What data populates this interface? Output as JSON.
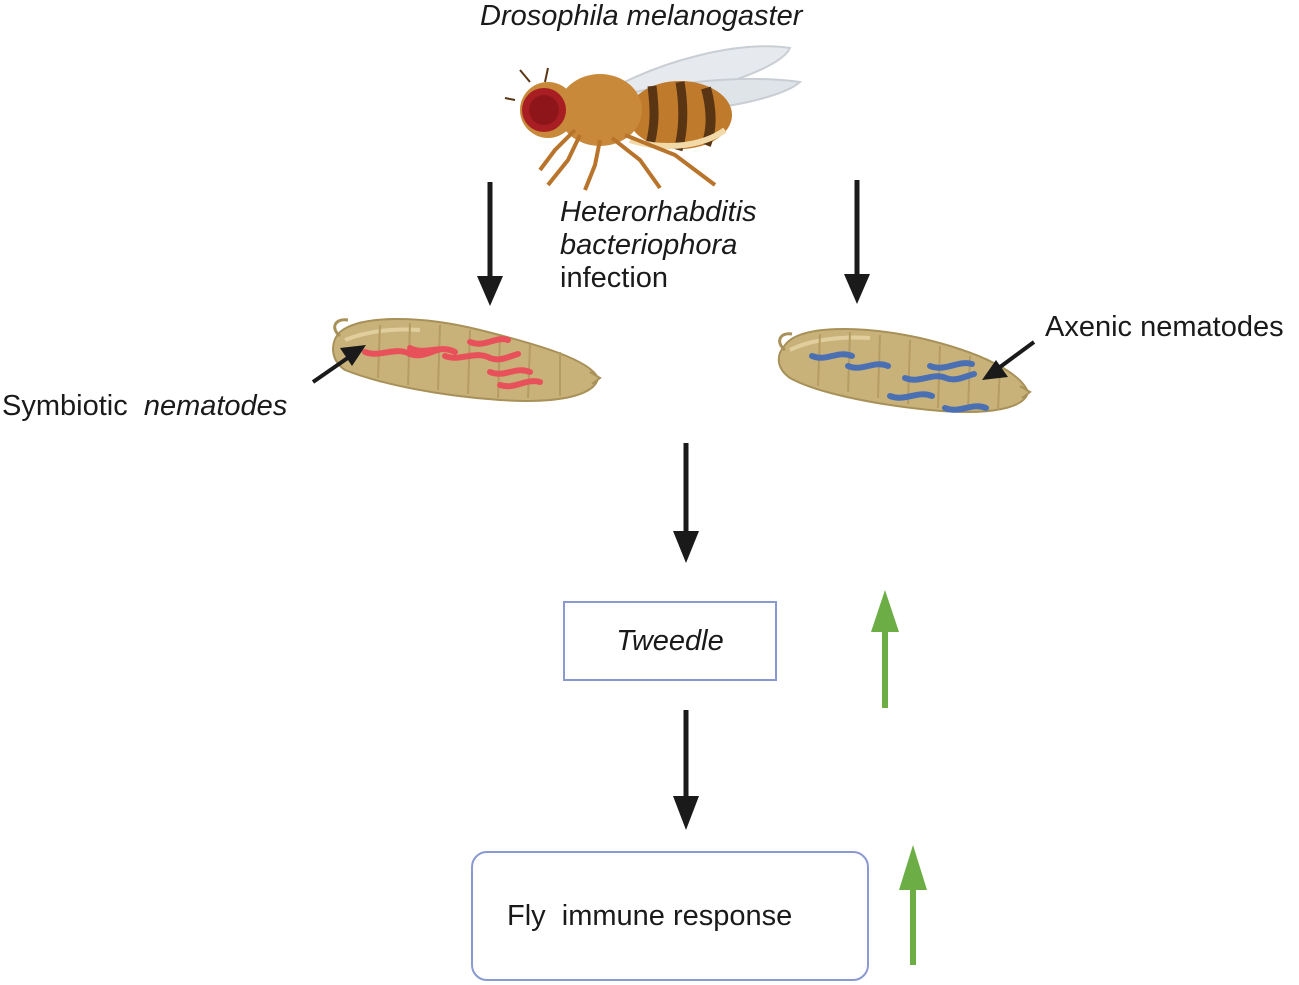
{
  "title_species": "Drosophila melanogaster",
  "infection": {
    "line1": "Heterorhabditis",
    "line2": "bacteriophora",
    "line3": "infection"
  },
  "left_label": {
    "prefix": "Symbiotic",
    "emphasis": "nematodes"
  },
  "right_label": "Axenic nematodes",
  "gene_box": "Tweedle",
  "response_box": {
    "part1": "Fly",
    "part2": "immune response"
  },
  "colors": {
    "arrow_black": "#1a1a1a",
    "arrow_green": "#6cae45",
    "box_border": "#8a9ad0",
    "larva_body": "#c8b27a",
    "worm_symbiotic": "#e8505a",
    "worm_axenic": "#4a6fb3",
    "fly_body": "#b8742a",
    "fly_eye": "#a81e22"
  },
  "icons": {
    "fly": "fruit-fly-icon",
    "larva_left": "larva-with-symbiotic-nematodes-icon",
    "larva_right": "larva-with-axenic-nematodes-icon"
  }
}
